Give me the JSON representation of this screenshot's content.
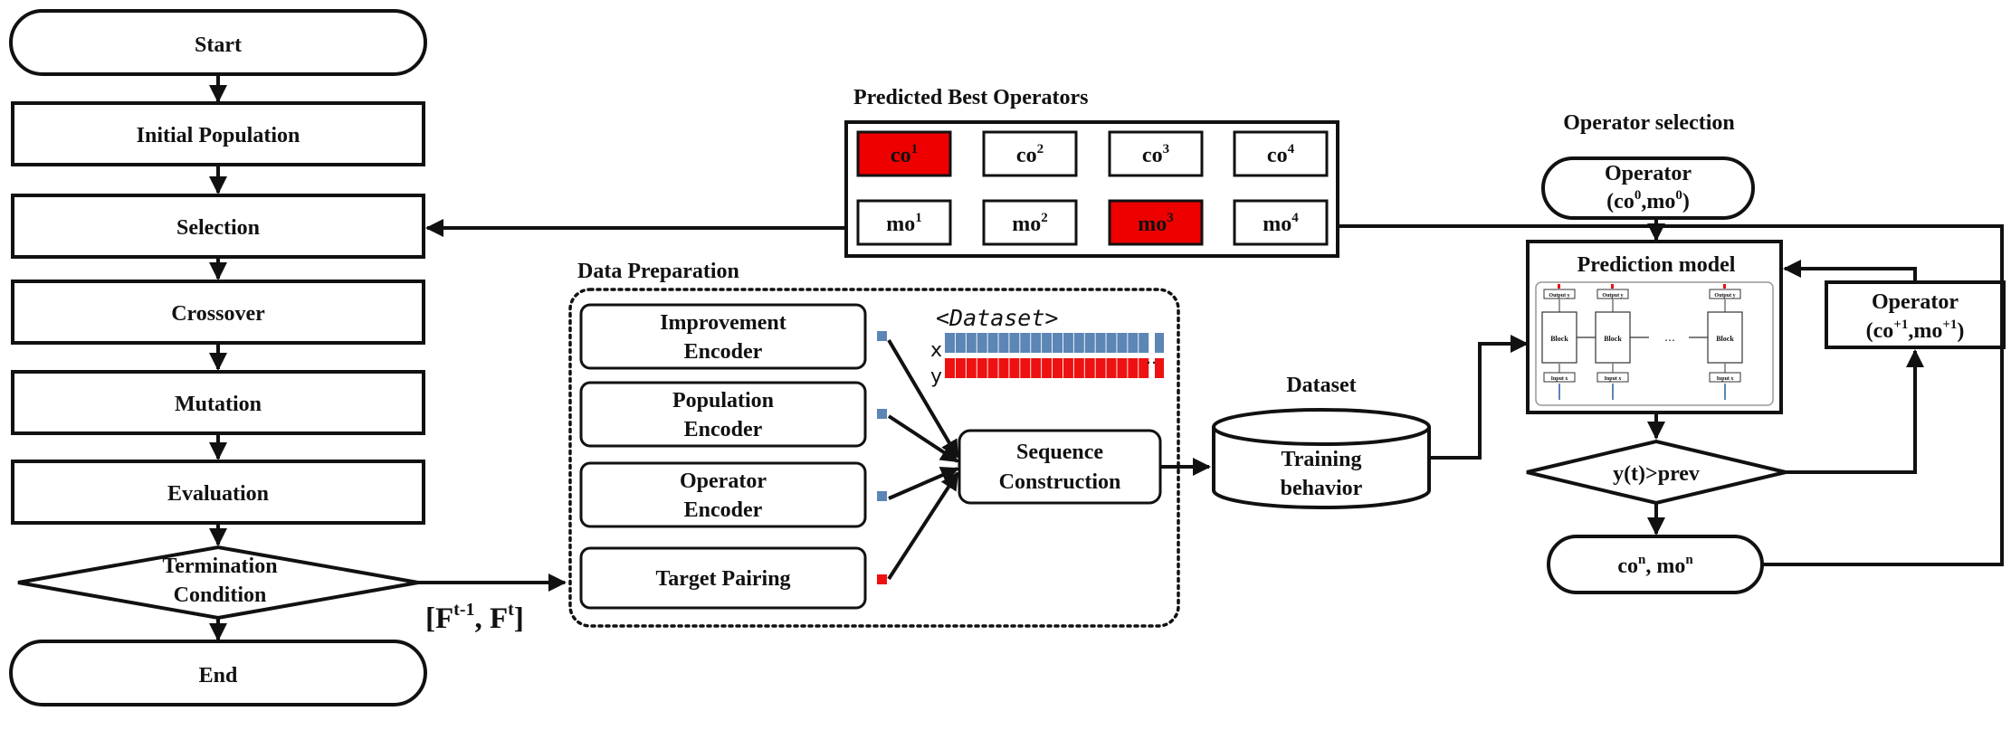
{
  "colors": {
    "selected": "#ee0000",
    "x_feature": "#5b86b5",
    "y_target": "#ee1111",
    "encoder_x_marker": "#5b86b5",
    "encoder_y_marker": "#ee1111"
  },
  "flowchart": {
    "start": "Start",
    "initial_population": "Initial Population",
    "selection": "Selection",
    "crossover": "Crossover",
    "mutation": "Mutation",
    "evaluation": "Evaluation",
    "termination_line1": "Termination",
    "termination_line2": "Condition",
    "end": "End"
  },
  "fitness_label": {
    "open": "[F",
    "sup1": "t-1",
    "mid": ", F",
    "sup2": "t",
    "close": "]"
  },
  "operators_panel": {
    "title": "Predicted Best Operators",
    "crossover": [
      {
        "base": "co",
        "sup": "1",
        "selected": true
      },
      {
        "base": "co",
        "sup": "2",
        "selected": false
      },
      {
        "base": "co",
        "sup": "3",
        "selected": false
      },
      {
        "base": "co",
        "sup": "4",
        "selected": false
      }
    ],
    "mutation": [
      {
        "base": "mo",
        "sup": "1",
        "selected": false
      },
      {
        "base": "mo",
        "sup": "2",
        "selected": false
      },
      {
        "base": "mo",
        "sup": "3",
        "selected": true
      },
      {
        "base": "mo",
        "sup": "4",
        "selected": false
      }
    ]
  },
  "data_preparation": {
    "title": "Data Preparation",
    "improvement_1": "Improvement",
    "improvement_2": "Encoder",
    "population_1": "Population",
    "population_2": "Encoder",
    "operator_1": "Operator",
    "operator_2": "Encoder",
    "target_pairing": "Target Pairing",
    "dataset_tag": "<Dataset>",
    "x_label": "x",
    "y_label": "y",
    "dots": "…",
    "sequence_1": "Sequence",
    "sequence_2": "Construction"
  },
  "dataset": {
    "title": "Dataset",
    "line1": "Training",
    "line2": "behavior"
  },
  "operator_selection": {
    "title": "Operator selection",
    "op_in_title": "Operator",
    "op_in_open": "(co",
    "op_in_sup1": "0",
    "op_in_mid": ",mo",
    "op_in_sup2": "0",
    "op_in_close": ")",
    "prediction_model": "Prediction model",
    "block": "Block",
    "output_label": "Output y",
    "input_label": "Input x",
    "ellipsis": "…",
    "op_next_title": "Operator",
    "op_next_open": "(co",
    "op_next_sup1": "+1",
    "op_next_mid": ",mo",
    "op_next_sup2": "+1",
    "op_next_close": ")",
    "condition": "y(t)>prev",
    "result_base1": "co",
    "result_sup1": "n",
    "result_mid": ", mo",
    "result_sup2": "n"
  }
}
